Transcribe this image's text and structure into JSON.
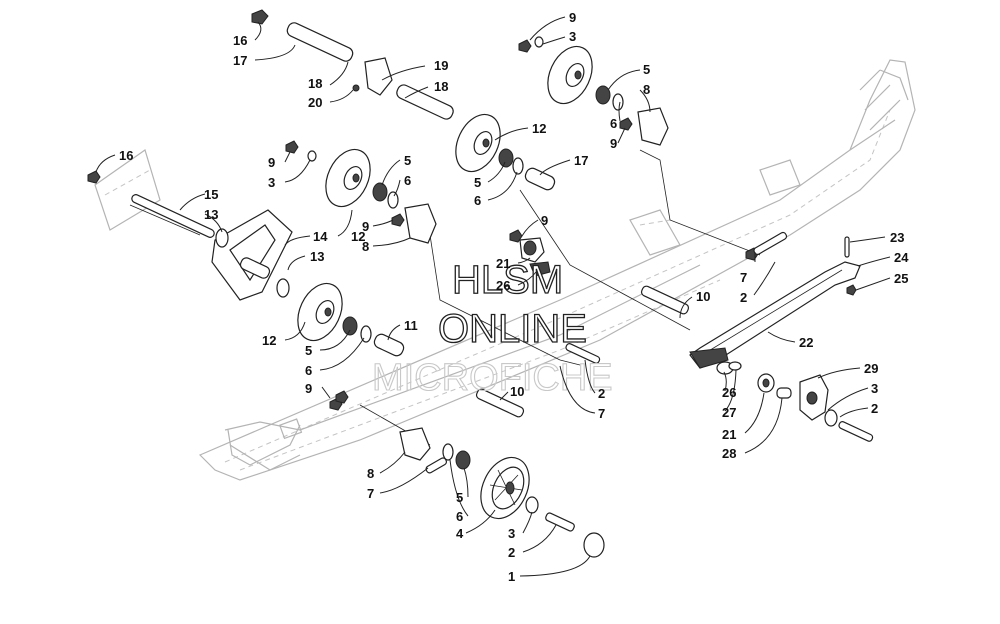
{
  "watermark": {
    "line1": "HLSM",
    "line2": "ONLINE",
    "line3": "MICROFICHE"
  },
  "callouts": [
    {
      "id": "c1",
      "label": "16"
    },
    {
      "id": "c2",
      "label": "17"
    },
    {
      "id": "c3",
      "label": "18"
    },
    {
      "id": "c4",
      "label": "20"
    },
    {
      "id": "c5",
      "label": "19"
    },
    {
      "id": "c6",
      "label": "18"
    },
    {
      "id": "c7",
      "label": "9"
    },
    {
      "id": "c8",
      "label": "3"
    },
    {
      "id": "c9",
      "label": "5"
    },
    {
      "id": "c10",
      "label": "8"
    },
    {
      "id": "c11",
      "label": "12"
    },
    {
      "id": "c12",
      "label": "6"
    },
    {
      "id": "c13",
      "label": "9"
    },
    {
      "id": "c14",
      "label": "16"
    },
    {
      "id": "c15",
      "label": "9"
    },
    {
      "id": "c16",
      "label": "3"
    },
    {
      "id": "c17",
      "label": "5"
    },
    {
      "id": "c18",
      "label": "6"
    },
    {
      "id": "c19",
      "label": "17"
    },
    {
      "id": "c20",
      "label": "5"
    },
    {
      "id": "c21",
      "label": "6"
    },
    {
      "id": "c22",
      "label": "15"
    },
    {
      "id": "c23",
      "label": "13"
    },
    {
      "id": "c24",
      "label": "14"
    },
    {
      "id": "c25",
      "label": "12"
    },
    {
      "id": "c26",
      "label": "9"
    },
    {
      "id": "c27",
      "label": "8"
    },
    {
      "id": "c28",
      "label": "9"
    },
    {
      "id": "c29",
      "label": "21"
    },
    {
      "id": "c30",
      "label": "26"
    },
    {
      "id": "c31",
      "label": "23"
    },
    {
      "id": "c32",
      "label": "24"
    },
    {
      "id": "c33",
      "label": "25"
    },
    {
      "id": "c34",
      "label": "7"
    },
    {
      "id": "c35",
      "label": "2"
    },
    {
      "id": "c36",
      "label": "13"
    },
    {
      "id": "c37",
      "label": "10"
    },
    {
      "id": "c38",
      "label": "11"
    },
    {
      "id": "c39",
      "label": "12"
    },
    {
      "id": "c40",
      "label": "5"
    },
    {
      "id": "c41",
      "label": "6"
    },
    {
      "id": "c42",
      "label": "22"
    },
    {
      "id": "c43",
      "label": "2"
    },
    {
      "id": "c44",
      "label": "7"
    },
    {
      "id": "c45",
      "label": "9"
    },
    {
      "id": "c46",
      "label": "10"
    },
    {
      "id": "c47",
      "label": "26"
    },
    {
      "id": "c48",
      "label": "27"
    },
    {
      "id": "c49",
      "label": "21"
    },
    {
      "id": "c50",
      "label": "28"
    },
    {
      "id": "c51",
      "label": "29"
    },
    {
      "id": "c52",
      "label": "3"
    },
    {
      "id": "c53",
      "label": "2"
    },
    {
      "id": "c54",
      "label": "8"
    },
    {
      "id": "c55",
      "label": "7"
    },
    {
      "id": "c56",
      "label": "5"
    },
    {
      "id": "c57",
      "label": "6"
    },
    {
      "id": "c58",
      "label": "4"
    },
    {
      "id": "c59",
      "label": "3"
    },
    {
      "id": "c60",
      "label": "2"
    },
    {
      "id": "c61",
      "label": "1"
    }
  ]
}
